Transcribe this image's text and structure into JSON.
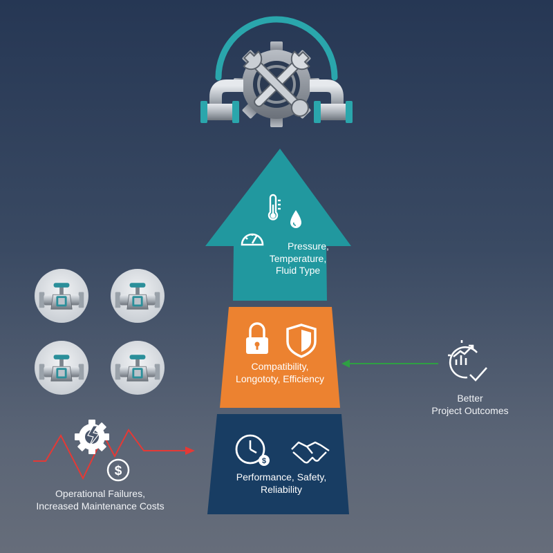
{
  "diagram": {
    "tiers": [
      {
        "id": "top",
        "label_lines": [
          "Pressure,",
          "Temperature,",
          "Fluid Type"
        ],
        "color": "#21989f",
        "icons": [
          "thermometer-icon",
          "water-drop-icon",
          "pressure-gauge-icon"
        ]
      },
      {
        "id": "middle",
        "label_lines": [
          "Compatibility,",
          "Longototy, Efficiency"
        ],
        "color": "#ec8230",
        "icons": [
          "padlock-icon",
          "shield-icon"
        ]
      },
      {
        "id": "bottom",
        "label_lines": [
          "Performance, Safety,",
          "Reliability"
        ],
        "color": "#183d63",
        "icons": [
          "clock-dollar-icon",
          "handshake-icon"
        ]
      }
    ],
    "top_icon": "gear-wrench-pipes-icon",
    "left_valves": [
      "valve-icon",
      "valve-icon",
      "valve-icon",
      "valve-icon"
    ],
    "left_note": {
      "lines": [
        "Operational Failures,",
        "Increased Maintenance Costs"
      ],
      "icons": [
        "broken-gear-icon",
        "dollar-coin-icon"
      ],
      "line_color": "#e53935"
    },
    "right_note": {
      "lines": [
        "Better",
        "Project Outcomes"
      ],
      "icon": "clock-growth-chart-icon",
      "arrow_color": "#2ea043"
    },
    "colors": {
      "teal": "#21989f",
      "orange": "#ec8230",
      "navy": "#183d63",
      "icon_bg": "#d9dde2"
    }
  }
}
